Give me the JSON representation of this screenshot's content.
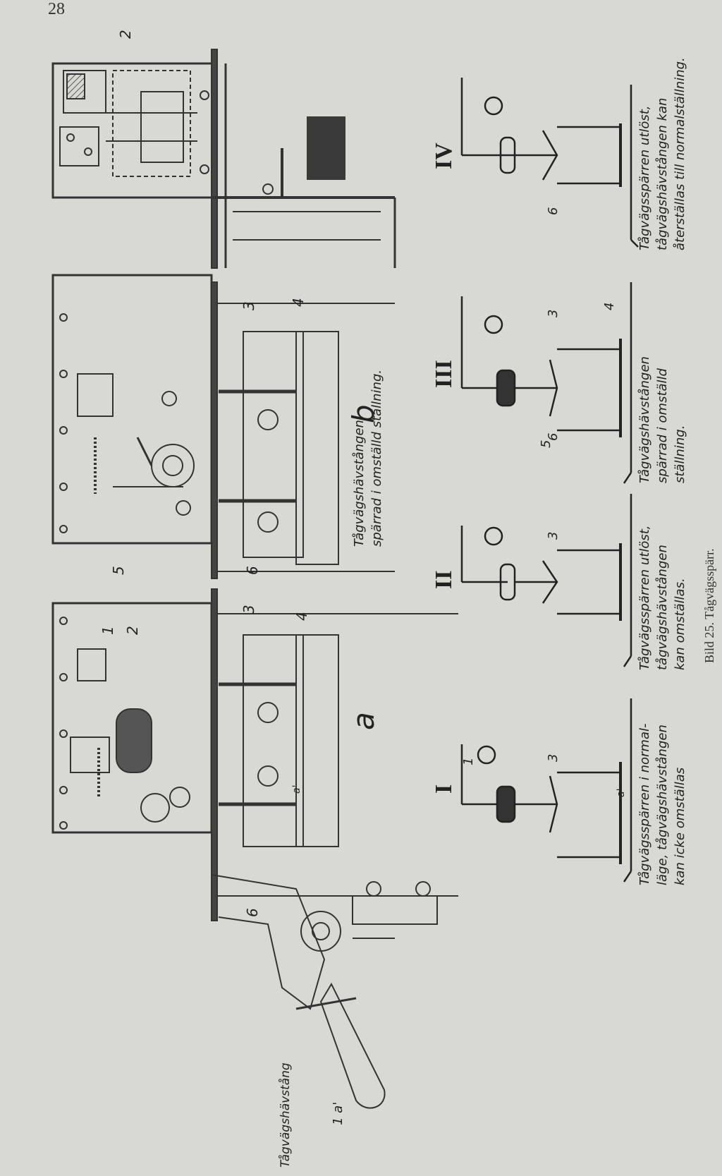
{
  "page_number": "28",
  "caption": "Bild 25.   Tågvägsspärr.",
  "figure": {
    "labels": {
      "a": "a",
      "b": "b",
      "n1": "1",
      "n2": "2",
      "n3": "3",
      "n4": "4",
      "n5": "5",
      "n6": "6",
      "a_prime": "a'",
      "one_a_prime": "1 a'"
    },
    "lever_label": "Tågvägshävstång",
    "b_caption_line1": "Tågvägshävstången",
    "b_caption_line2": "spärrad i omställd ställning.",
    "states": [
      {
        "roman": "I",
        "text_lines": [
          "Tågvägsspärren i normal-",
          "läge, tågvägshävstången",
          "kan icke omställas"
        ]
      },
      {
        "roman": "II",
        "text_lines": [
          "Tågvägsspärren utlöst,",
          "tågvägshävstången",
          "kan omställas."
        ]
      },
      {
        "roman": "III",
        "text_lines": [
          "Tågvägshävstången",
          "spärrad i omställd",
          "ställning."
        ]
      },
      {
        "roman": "IV",
        "text_lines": [
          "Tågvägsspärren utlöst,",
          "tågvägshävstången kan",
          "återställas till normalställning."
        ]
      }
    ]
  }
}
